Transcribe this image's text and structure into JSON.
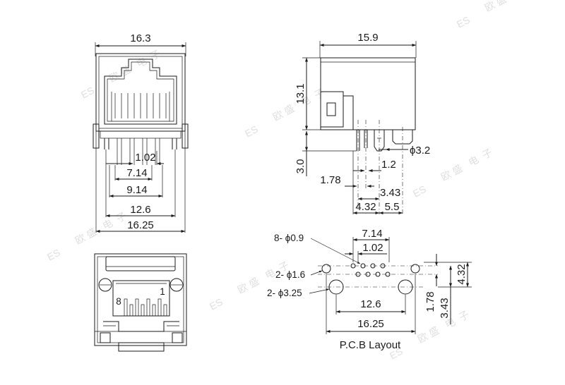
{
  "watermark": {
    "logo": "ES",
    "chars": [
      "欧",
      "盛",
      "电",
      "子"
    ]
  },
  "front_view": {
    "width_top": "16.3",
    "dims": [
      "1.02",
      "7.14",
      "9.14",
      "12.6",
      "16.25"
    ]
  },
  "side_view": {
    "width_top": "15.9",
    "height_body": "13.1",
    "height_pins": "3.0",
    "dia_post": "ϕ3.2",
    "d_1_2": "1.2",
    "d_1_78": "1.78",
    "d_3_43": "3.43",
    "d_4_32": "4.32",
    "d_5_5": "5.5"
  },
  "bottom_view": {
    "pin_8": "8",
    "pin_1": "1"
  },
  "pcb_layout": {
    "title": "P.C.B Layout",
    "hole_small": "8- ϕ0.9",
    "hole_mid": "2- ϕ1.6",
    "hole_big": "2- ϕ3.25",
    "d_7_14": "7.14",
    "d_1_02": "1.02",
    "d_12_6": "12.6",
    "d_16_25": "16.25",
    "d_4_32": "4.32",
    "d_1_78": "1.78",
    "d_3_43": "3.43"
  }
}
